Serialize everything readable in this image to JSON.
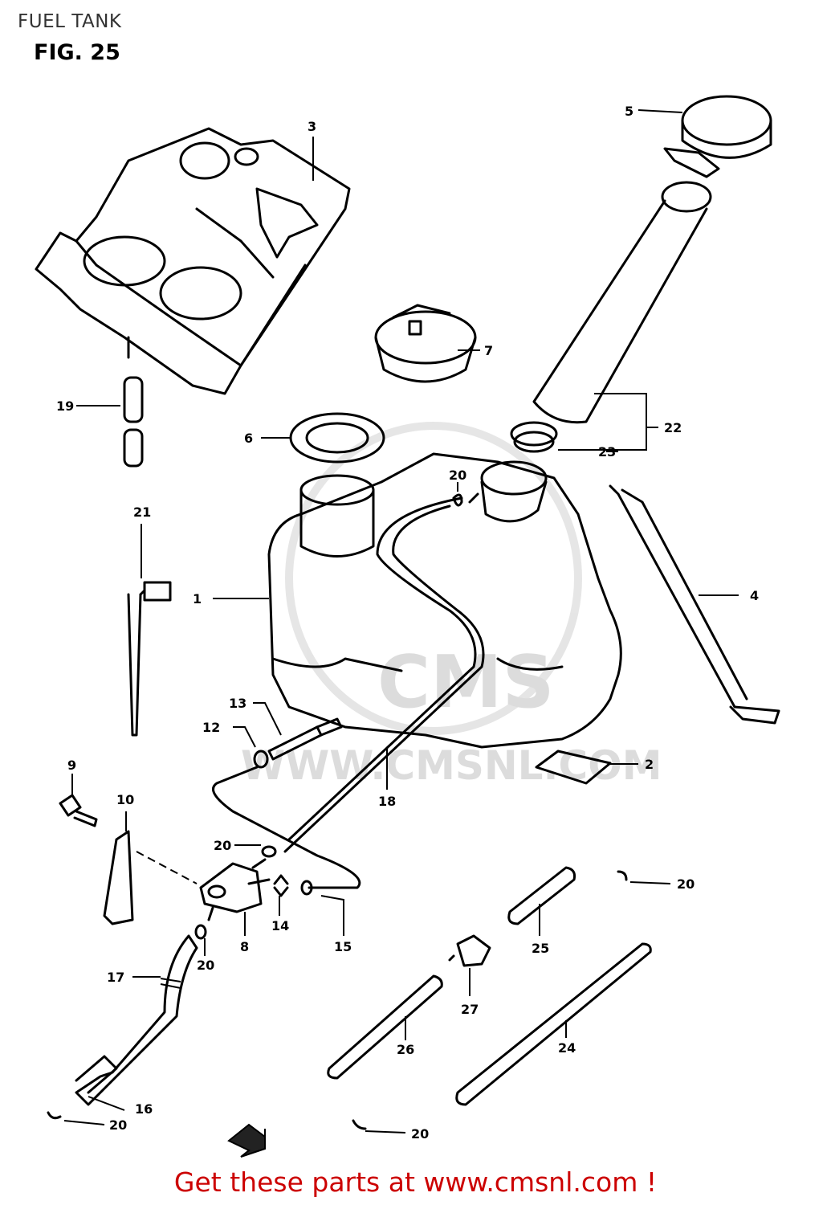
{
  "header": {
    "section_title": "FUEL TANK",
    "figure_label": "FIG. 25"
  },
  "watermark": {
    "logo_text": "CMS",
    "url_text": "WWW.CMSNL.COM"
  },
  "callouts": {
    "c1": "1",
    "c2": "2",
    "c3": "3",
    "c4": "4",
    "c5": "5",
    "c6": "6",
    "c7": "7",
    "c8": "8",
    "c9": "9",
    "c10": "10",
    "c12": "12",
    "c13": "13",
    "c14": "14",
    "c15": "15",
    "c16": "16",
    "c17": "17",
    "c18": "18",
    "c19": "19",
    "c20a": "20",
    "c20b": "20",
    "c20c": "20",
    "c20d": "20",
    "c20e": "20",
    "c20f": "20",
    "c21": "21",
    "c22": "22",
    "c23": "23",
    "c24": "24",
    "c25": "25",
    "c26": "26",
    "c27": "27"
  },
  "footer": {
    "promo_text": "Get these parts at www.cmsnl.com !"
  }
}
